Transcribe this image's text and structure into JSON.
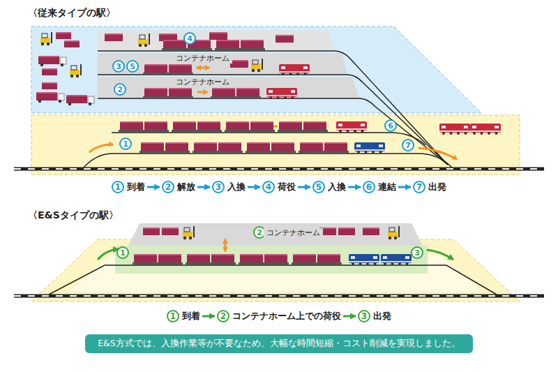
{
  "diagram": {
    "nodes": [
      {
        "text": [
          "コンテナホーム"
        ]
      },
      {
        "text": [
          "コンテナホーム"
        ]
      },
      {
        "text": [
          "1",
          "到着"
        ]
      },
      {
        "text": [
          "2",
          "解放"
        ]
      },
      {
        "text": [
          "3",
          "入換"
        ]
      },
      {
        "text": [
          "4",
          "荷役"
        ]
      },
      {
        "text": [
          "5",
          "入換"
        ]
      },
      {
        "text": [
          "6",
          "連結"
        ]
      },
      {
        "text": [
          "7",
          "出発"
        ]
      },
      {
        "text": [
          "コンテナホーム"
        ]
      },
      {
        "text": [
          "1",
          "到着"
        ]
      },
      {
        "text": [
          "2",
          "コンテナホーム上での荷役"
        ]
      },
      {
        "text": [
          "3",
          "出発"
        ]
      },
      {
        "text": [
          "E&S方式では、入換作業等が不要なため、大幅な時間短縮・コスト削減を実現しました。"
        ]
      }
    ],
    "edges": [
      {
        "from": 2,
        "to": 3,
        "arrow": "to"
      },
      {
        "from": 3,
        "to": 4,
        "arrow": "to"
      },
      {
        "from": 4,
        "to": 5,
        "arrow": "to"
      },
      {
        "from": 5,
        "to": 6,
        "arrow": "to"
      },
      {
        "from": 6,
        "to": 7,
        "arrow": "to"
      },
      {
        "from": 7,
        "to": 8,
        "arrow": "to"
      },
      {
        "from": 10,
        "to": 11,
        "arrow": "to"
      },
      {
        "from": 11,
        "to": 12,
        "arrow": "to"
      }
    ],
    "labels": [
      "〈従来タイプの駅〉",
      "4",
      "3",
      "5",
      "2",
      "6",
      "1",
      "7",
      "〈E&Sタイプの駅〉",
      "2",
      "1",
      "3"
    ]
  }
}
